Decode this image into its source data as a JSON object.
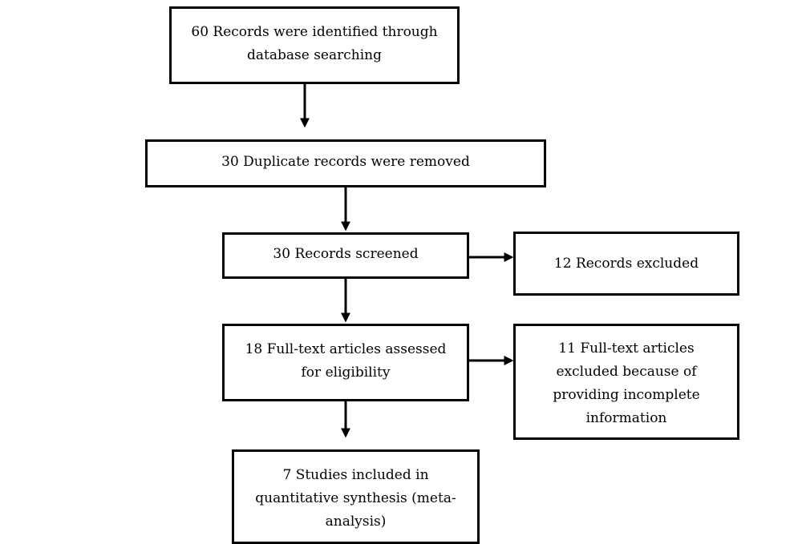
{
  "boxes": {
    "identified": "60 Records were identified through\ndatabase searching",
    "duplicates": "30 Duplicate records were removed",
    "screened": "30 Records screened",
    "excluded": "12 Records excluded",
    "assessed": "18 Full-text articles assessed\nfor eligibility",
    "fulltext_excluded": "11 Full-text articles\nexcluded because of\nproviding incomplete\ninformation",
    "included": "7 Studies included in\nquantitative synthesis (meta-\nanalysis)"
  }
}
